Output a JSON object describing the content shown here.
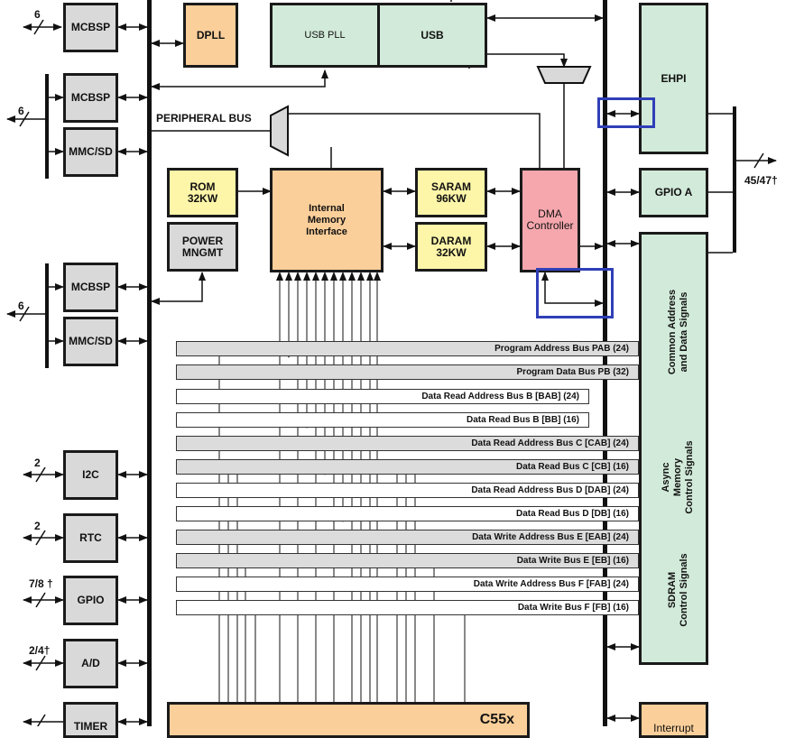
{
  "blocks": {
    "mcbsp_1": "MCBSP",
    "mcbsp_2": "MCBSP",
    "mmcsd_1": "MMC/SD",
    "mcbsp_3": "MCBSP",
    "mmcsd_2": "MMC/SD",
    "i2c": "I2C",
    "rtc": "RTC",
    "gpio": "GPIO",
    "ad": "A/D",
    "timer": "TIMER",
    "dpll": "DPLL",
    "usb_pll": "USB PLL",
    "usb": "USB",
    "ehpi": "EHPI",
    "gpio_a": "GPIO A",
    "rom": "ROM\n32KW",
    "power_mngmt": "POWER\nMNGMT",
    "internal_memory_interface": "Internal\nMemory\nInterface",
    "saram": "SARAM\n96KW",
    "daram": "DARAM\n32KW",
    "dma_controller": "DMA\nController",
    "c55x": "C55x",
    "interrupt": "Interrupt"
  },
  "labels": {
    "peripheral_bus": "PERIPHERAL BUS",
    "mcbsp_1_width": "6",
    "mcbsp_2_width": "6",
    "mcbsp_3_width": "6",
    "i2c_width": "2",
    "rtc_width": "2",
    "gpio_width": "7/8 †",
    "ad_width": "2/4†",
    "ext_bus_width": "45/47†",
    "common_address": "Common Address\nand Data Signals",
    "async_memory": "Async\nMemory\nControl Signals",
    "sdram": "SDRAM\nControl Signals"
  },
  "buses": [
    {
      "label": "Program Address Bus PAB (24)",
      "shaded": true
    },
    {
      "label": "Program Data Bus PB (32)",
      "shaded": true
    },
    {
      "label": "Data Read Address Bus B [BAB] (24)",
      "shaded": false
    },
    {
      "label": "Data Read Bus B [BB] (16)",
      "shaded": false
    },
    {
      "label": "Data Read Address Bus C [CAB] (24)",
      "shaded": true
    },
    {
      "label": "Data Read Bus C [CB] (16)",
      "shaded": true
    },
    {
      "label": "Data Read Address Bus D [DAB] (24)",
      "shaded": false
    },
    {
      "label": "Data Read Bus D [DB] (16)",
      "shaded": false
    },
    {
      "label": "Data Write Address Bus E [EAB] (24)",
      "shaded": true
    },
    {
      "label": "Data Write Bus E [EB] (16)",
      "shaded": true
    },
    {
      "label": "Data Write Address Bus F [FAB] (24)",
      "shaded": false
    },
    {
      "label": "Data Write Bus F [FB] (16)",
      "shaded": false
    }
  ],
  "colors": {
    "peripheral_grey": "#d9d9d9",
    "memory_orange": "#fbcf9a",
    "memory_yellow": "#fdf6a9",
    "usb_green": "#d2ead9",
    "dma_pink": "#f5a7ad",
    "highlight_blue": "#2f3fb8"
  }
}
